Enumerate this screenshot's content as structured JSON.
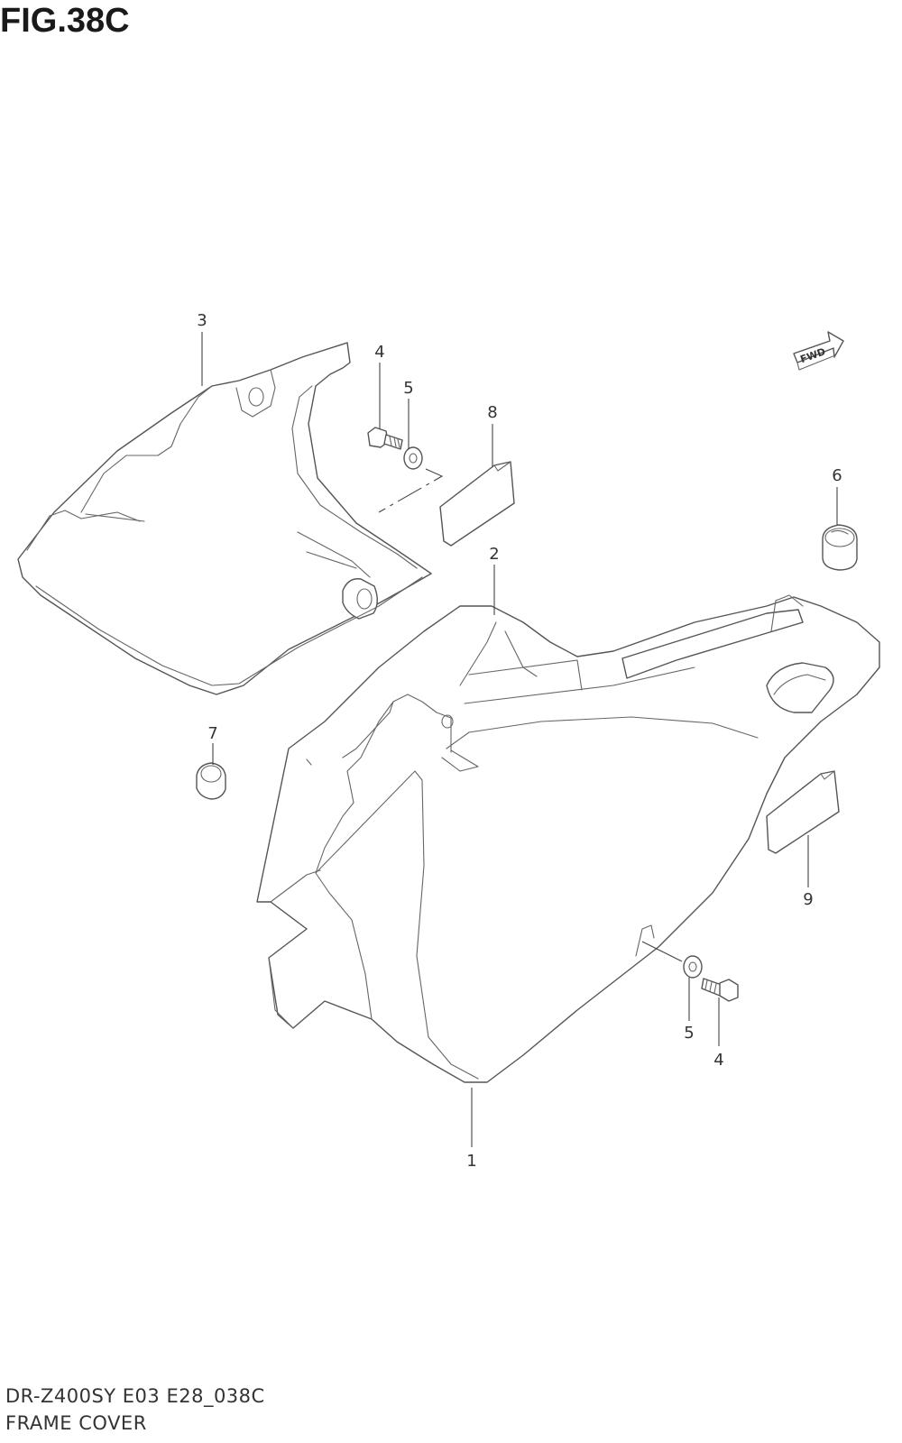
{
  "figure": {
    "title": "FIG.38C",
    "model_code": "DR-Z400SY E03 E28_038C",
    "name": "FRAME COVER",
    "fwd_label": "FWD"
  },
  "callouts": {
    "part_1": "1",
    "part_2": "2",
    "part_3": "3",
    "part_4_top": "4",
    "part_5_top": "5",
    "part_6": "6",
    "part_7": "7",
    "part_8": "8",
    "part_9": "9",
    "part_5_bottom": "5",
    "part_4_bottom": "4"
  }
}
